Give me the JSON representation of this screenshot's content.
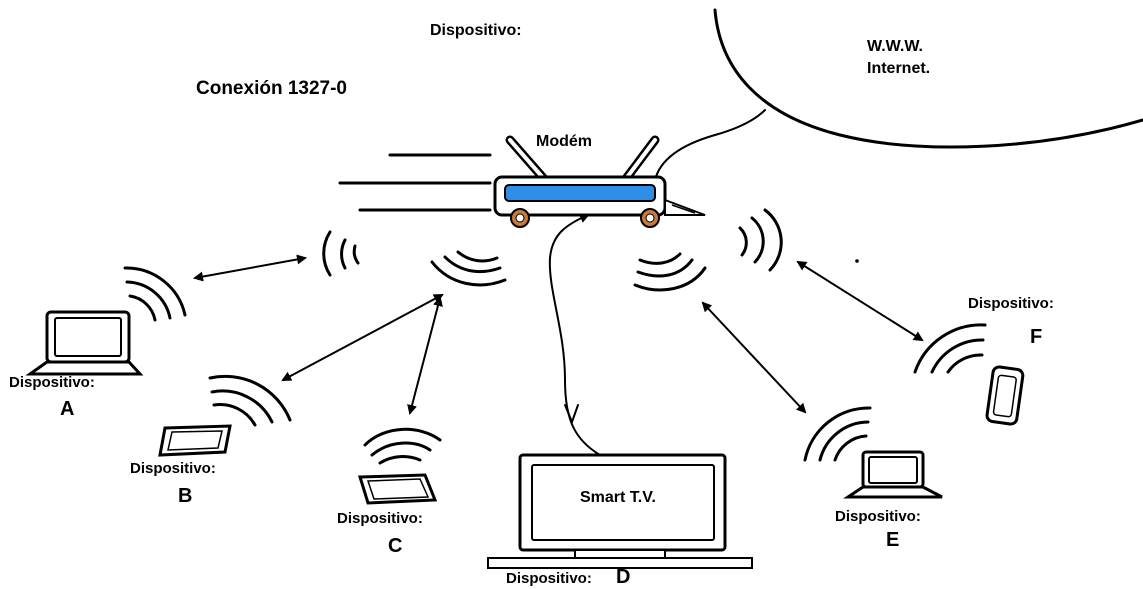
{
  "title": "Conexión 1327-0",
  "top_label": "Dispositivo:",
  "internet": {
    "line1": "W.W.W.",
    "line2": "Internet."
  },
  "modem": {
    "label": "Modém"
  },
  "tv": {
    "screen_text": "Smart T.V."
  },
  "devices": {
    "a": {
      "label": "Dispositivo:",
      "letter": "A"
    },
    "b": {
      "label": "Dispositivo:",
      "letter": "B"
    },
    "c": {
      "label": "Dispositivo:",
      "letter": "C"
    },
    "d": {
      "label": "Dispositivo:",
      "letter": "D"
    },
    "e": {
      "label": "Dispositivo:",
      "letter": "E"
    },
    "f": {
      "label": "Dispositivo:",
      "letter": "F"
    }
  },
  "colors": {
    "modem_screen": "#2f8fe8",
    "wheel": "#c87a3a",
    "ink": "#000000",
    "background": "#ffffff"
  }
}
